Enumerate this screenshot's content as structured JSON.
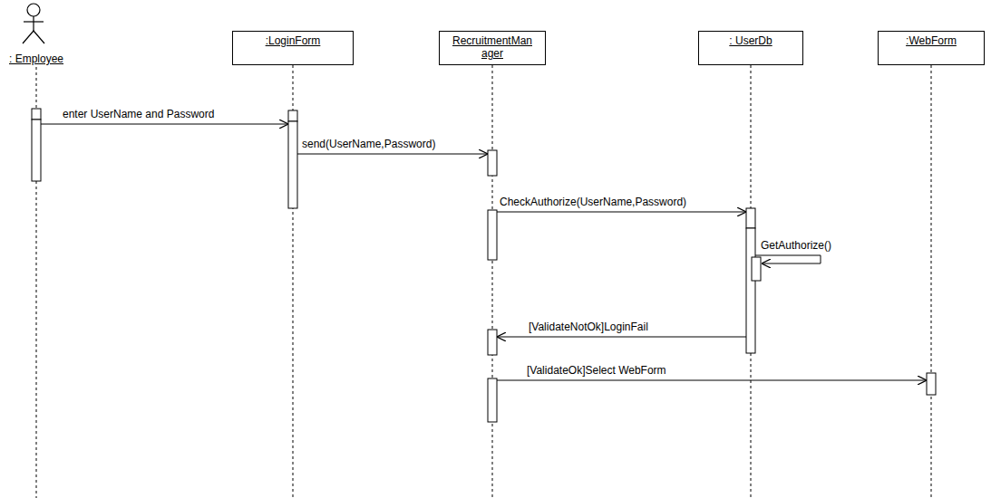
{
  "diagram": {
    "nodes": [
      {
        "text": [
          ": Employee"
        ]
      },
      {
        "text": [
          ":LoginForm"
        ]
      },
      {
        "text": [
          "RecruitmentMan ager"
        ]
      },
      {
        "text": [
          ": UserDb"
        ]
      },
      {
        "text": [
          ":WebForm"
        ]
      }
    ],
    "edges": [
      {
        "from": 0,
        "to": 1,
        "label": "enter UserName and Password",
        "arrow": "to"
      },
      {
        "from": 1,
        "to": 2,
        "label": "send(UserName,Password)",
        "arrow": "to"
      },
      {
        "from": 2,
        "to": 3,
        "label": "CheckAuthorize(UserName,Password)",
        "arrow": "to"
      },
      {
        "from": 3,
        "to": 3,
        "label": "GetAuthorize()",
        "arrow": "to"
      },
      {
        "from": 3,
        "to": 2,
        "label": "[ValidateNotOk]LoginFail",
        "arrow": "to"
      },
      {
        "from": 2,
        "to": 4,
        "label": "[ValidateOk]Select WebForm",
        "arrow": "to"
      }
    ]
  }
}
